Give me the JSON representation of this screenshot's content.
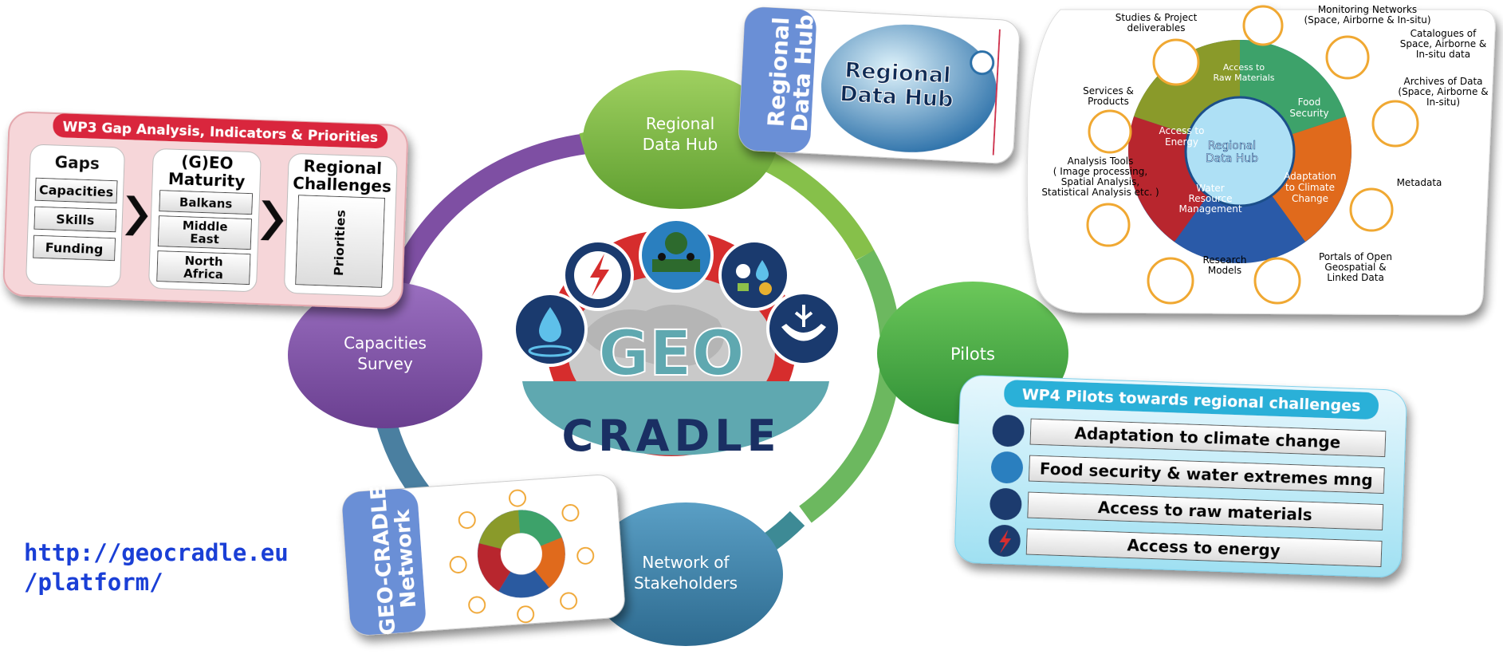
{
  "hub": {
    "ring_nodes": {
      "data_hub": "Regional\nData Hub",
      "pilots": "Pilots",
      "network": "Network of\nStakeholders",
      "capacities": "Capacities\nSurvey"
    },
    "logo_text": "GEO CRADLE"
  },
  "wp3": {
    "title": "WP3 Gap Analysis, Indicators & Priorities",
    "gaps": {
      "header": "Gaps",
      "items": [
        "Capacities",
        "Skills",
        "Funding"
      ]
    },
    "maturity": {
      "header": "(G)EO\nMaturity",
      "items": [
        "Balkans",
        "Middle\nEast",
        "North\nAfrica"
      ]
    },
    "challenges": {
      "header": "Regional\nChallenges",
      "item": "Priorities"
    }
  },
  "data_hub_card": {
    "side_label": "Regional\nData Hub",
    "inner_label": "Regional\nData Hub"
  },
  "architecture": {
    "center": "Regional\nData Hub",
    "segments": [
      "Access to\nRaw Materials",
      "Food\nSecurity",
      "Adaptation\nto Climate\nChange",
      "Water\nResource\nManagement",
      "Access to\nEnergy"
    ],
    "satellites": {
      "studies": "Studies & Project\ndeliverables",
      "monitoring": "Monitoring Networks\n(Space, Airborne & In-situ)",
      "catalogues": "Catalogues of\nSpace, Airborne &\nIn-situ data",
      "archives": "Archives of Data\n(Space, Airborne &\nIn-situ)",
      "services": "Services &\nProducts",
      "analysis": "Analysis Tools\n( Image processing,\nSpatial Analysis,\nStatistical Analysis etc. )",
      "metadata": "Metadata",
      "research": "Research\nModels",
      "portals": "Portals of Open\nGeospatial &\nLinked Data"
    }
  },
  "wp4": {
    "title": "WP4 Pilots towards regional challenges",
    "items": [
      "Adaptation to climate change",
      "Food security & water extremes mng",
      "Access to raw materials",
      "Access to energy"
    ]
  },
  "network_card": {
    "side_label": "GEO-CRADLE\nNetwork"
  },
  "url": {
    "line1": "http://geocradle.eu",
    "line2": "/platform/"
  },
  "colors": {
    "green": "#7ab648",
    "purple": "#7e4fa3",
    "blue_node": "#3e7ea3",
    "pilots_green": "#4dab4a",
    "wp3_red": "#d9263d",
    "wp4_cyan": "#2ab0d8",
    "logo_red": "#d62d2d",
    "teal": "#5fa8b0",
    "navy": "#1a2f63"
  }
}
